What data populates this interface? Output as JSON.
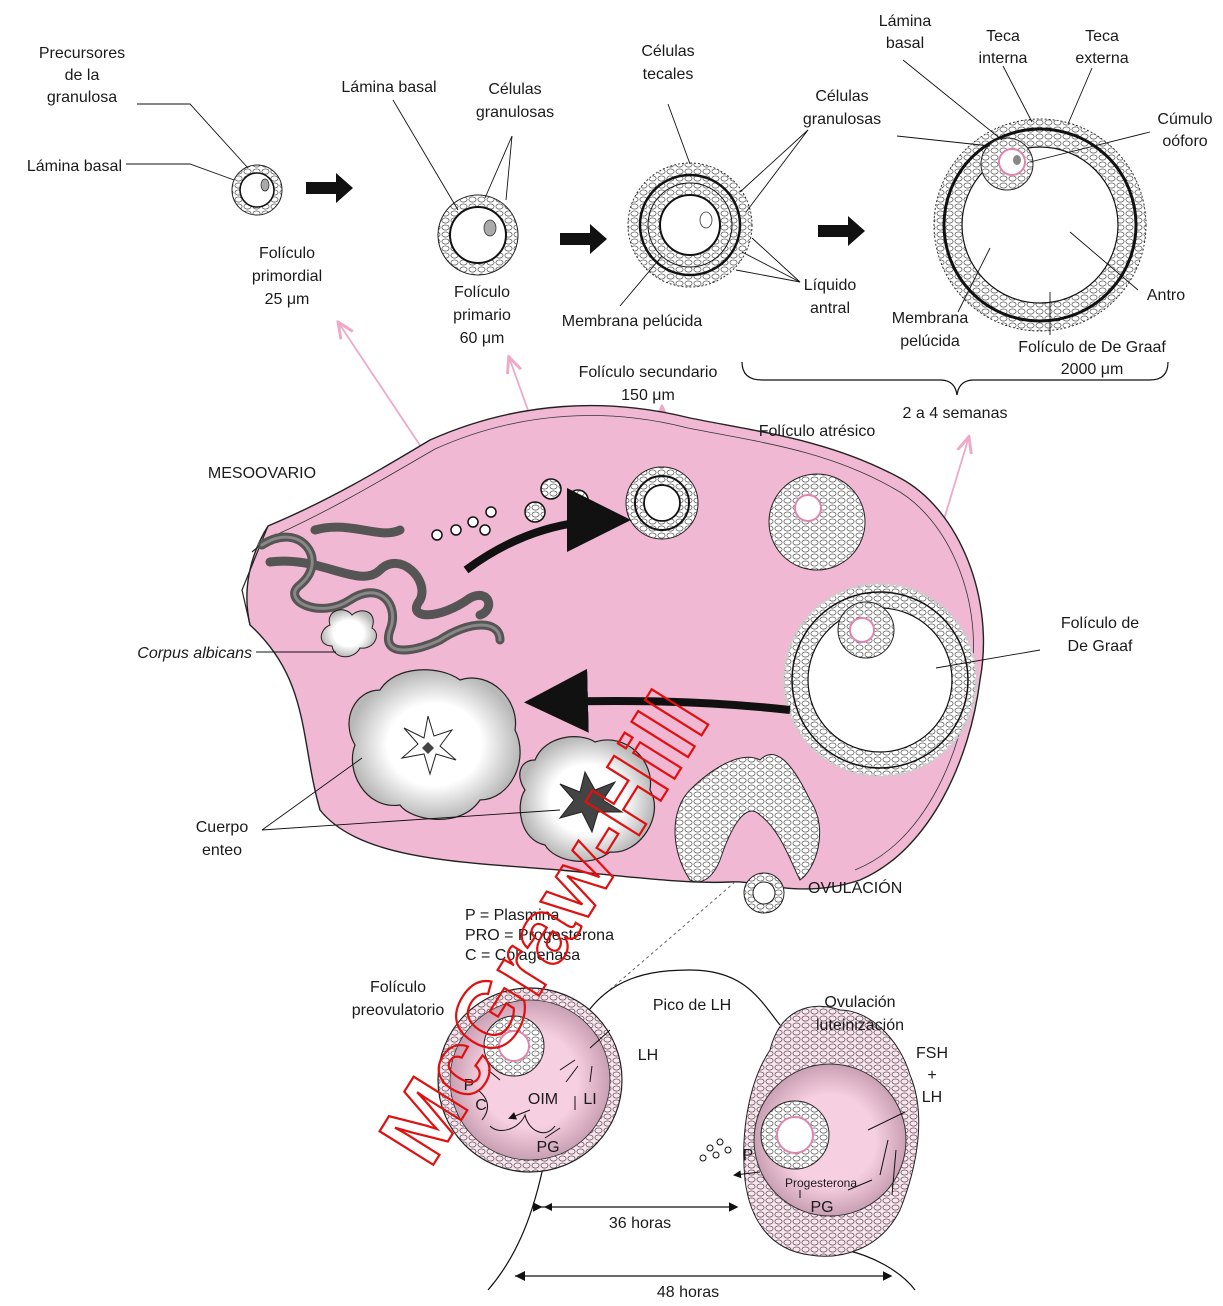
{
  "colors": {
    "ovary": "#f0b8d2",
    "light_pink": "#f8dce8",
    "arrow_pink": "#f0a8c8",
    "watermark": "#e01010",
    "stroke": "#222222"
  },
  "top": {
    "precursores": [
      "Precursores",
      "de la",
      "granulosa"
    ],
    "lamina_basal_1": "Lámina basal",
    "primordial": [
      "Folículo",
      "primordial",
      "25 μm"
    ],
    "lamina_basal_2": "Lámina basal",
    "granulosas_1": [
      "Células",
      "granulosas"
    ],
    "primario": [
      "Folículo",
      "primario",
      "60 μm"
    ],
    "tecales": [
      "Células",
      "tecales"
    ],
    "granulosas_2": [
      "Células",
      "granulosas"
    ],
    "liquido": [
      "Líquido",
      "antral"
    ],
    "membrana_1": "Membrana pelúcida",
    "secundario": [
      "Folículo secundario",
      "150 μm"
    ],
    "lamina_basal_3": [
      "Lámina",
      "basal"
    ],
    "teca_interna": [
      "Teca",
      "interna"
    ],
    "teca_externa": [
      "Teca",
      "externa"
    ],
    "cumulo": [
      "Cúmulo",
      "oóforo"
    ],
    "antro": "Antro",
    "membrana_2": [
      "Membrana",
      "pelúcida"
    ],
    "graaf": [
      "Folículo de De Graaf",
      "2000 μm"
    ],
    "semanas": "2 a 4 semanas"
  },
  "ovary": {
    "mesoovario": "MESOOVARIO",
    "atresico": "Folículo atrésico",
    "corpus_albicans": "Corpus albicans",
    "graaf": [
      "Folículo de",
      "De Graaf"
    ],
    "cuerpo": [
      "Cuerpo",
      "enteo"
    ],
    "ovulacion": "OVULACIÓN"
  },
  "legend": [
    "P = Plasmina",
    "PRO = Progesterona",
    "C = Colagenasa"
  ],
  "bottom": {
    "preovulatorio": [
      "Folículo",
      "preovulatorio"
    ],
    "pico": "Pico de LH",
    "luteinizacion": [
      "Ovulación",
      "luteinización"
    ],
    "lh": "LH",
    "p": "P",
    "c": "C",
    "oim": "OIM",
    "li": "LI",
    "pg": "PG",
    "fsh": [
      "FSH",
      "+",
      "LH"
    ],
    "p2": "P",
    "progesterona": "Progesterona",
    "pg2": "PG",
    "h36": "36 horas",
    "h48": "48 horas"
  },
  "watermark": "McGraw-Hill"
}
